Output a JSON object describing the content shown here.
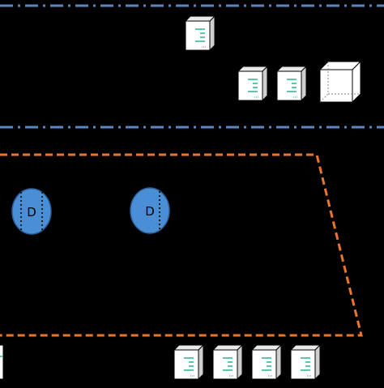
{
  "colors": {
    "background": "#000000",
    "boundary_blue": "#5b86c0",
    "boundary_orange": "#e8762c",
    "device_fill": "#4a8fd6",
    "device_stroke": "#2c5f99",
    "server_face": "#ffffff",
    "server_side": "#cfcfcf",
    "server_accent": "#27b58d"
  },
  "boundaries": [
    {
      "name": "top-dashdot-line",
      "style": "dash-dot"
    },
    {
      "name": "middle-dashdot-line",
      "style": "dash-dot"
    },
    {
      "name": "orange-dashed-region",
      "style": "dashed"
    }
  ],
  "devices": [
    {
      "label": "D"
    },
    {
      "label": "D"
    }
  ],
  "servers": {
    "top_single": {
      "type": "server-tower-icon"
    },
    "upper_row": [
      {
        "type": "server-tower-icon"
      },
      {
        "type": "server-tower-icon"
      }
    ],
    "empty_cube": {
      "type": "wireframe-cube-icon"
    },
    "bottom_row": [
      {
        "type": "server-tower-icon"
      },
      {
        "type": "server-tower-icon"
      },
      {
        "type": "server-tower-icon"
      },
      {
        "type": "server-tower-icon"
      }
    ],
    "bottom_left_partial": {
      "type": "server-tower-icon"
    }
  }
}
